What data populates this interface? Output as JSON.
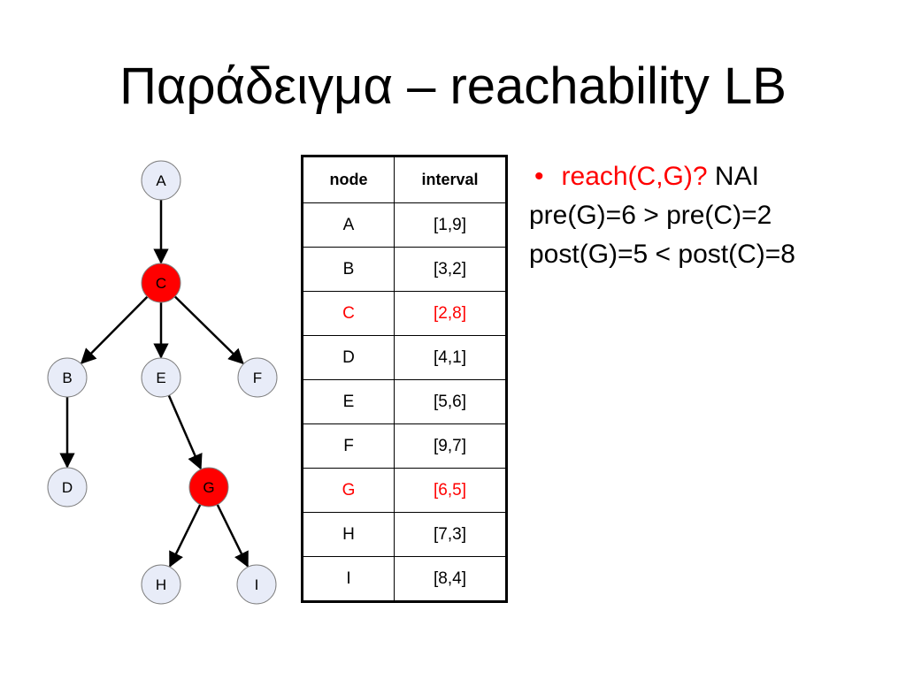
{
  "title": "Παράδειγμα – reachability LB",
  "tree": {
    "nodes": [
      {
        "id": "A",
        "label": "A",
        "highlight": false
      },
      {
        "id": "C",
        "label": "C",
        "highlight": true
      },
      {
        "id": "B",
        "label": "B",
        "highlight": false
      },
      {
        "id": "E",
        "label": "E",
        "highlight": false
      },
      {
        "id": "F",
        "label": "F",
        "highlight": false
      },
      {
        "id": "D",
        "label": "D",
        "highlight": false
      },
      {
        "id": "G",
        "label": "G",
        "highlight": true
      },
      {
        "id": "H",
        "label": "H",
        "highlight": false
      },
      {
        "id": "I",
        "label": "I",
        "highlight": false
      }
    ],
    "edges": [
      {
        "from": "A",
        "to": "C"
      },
      {
        "from": "C",
        "to": "B"
      },
      {
        "from": "C",
        "to": "E"
      },
      {
        "from": "C",
        "to": "F"
      },
      {
        "from": "B",
        "to": "D"
      },
      {
        "from": "E",
        "to": "G"
      },
      {
        "from": "G",
        "to": "H"
      },
      {
        "from": "G",
        "to": "I"
      }
    ],
    "colors": {
      "node_fill": "#e8ecf8",
      "highlight_fill": "#ff0000",
      "stroke": "#7f7f7f"
    }
  },
  "table": {
    "headers": [
      "node",
      "interval"
    ],
    "rows": [
      {
        "node": "A",
        "interval": "[1,9]",
        "highlight": false
      },
      {
        "node": "B",
        "interval": "[3,2]",
        "highlight": false
      },
      {
        "node": "C",
        "interval": "[2,8]",
        "highlight": true
      },
      {
        "node": "D",
        "interval": "[4,1]",
        "highlight": false
      },
      {
        "node": "E",
        "interval": "[5,6]",
        "highlight": false
      },
      {
        "node": "F",
        "interval": "[9,7]",
        "highlight": false
      },
      {
        "node": "G",
        "interval": "[6,5]",
        "highlight": true
      },
      {
        "node": "H",
        "interval": "[7,3]",
        "highlight": false
      },
      {
        "node": "I",
        "interval": "[8,4]",
        "highlight": false
      }
    ]
  },
  "notes": {
    "bullet": "•",
    "question": "reach(C,G)?",
    "answer": "NAI",
    "line2": "pre(G)=6 > pre(C)=2",
    "line3": "post(G)=5 < post(C)=8"
  }
}
